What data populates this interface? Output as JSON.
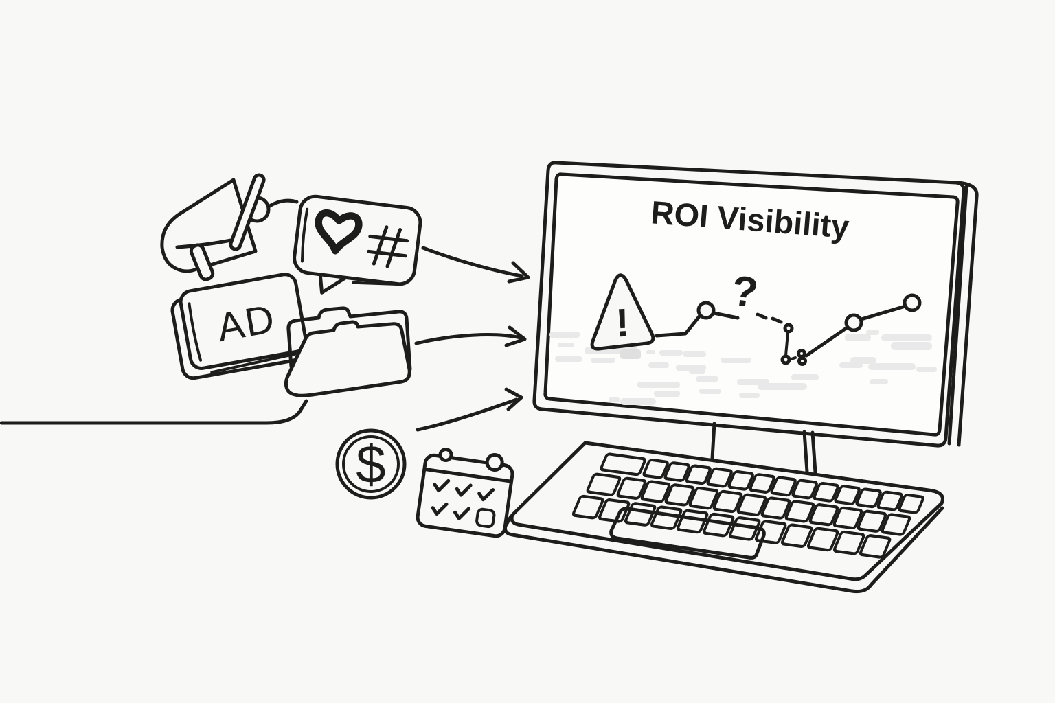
{
  "canvas": {
    "background_color": "#f8f8f6",
    "ink_color": "#1d1d1b",
    "placeholder_bar_color": "#e9e9e9"
  },
  "laptop": {
    "screen_title": "ROI Visibility",
    "question_symbol": "?",
    "warning_symbol": "!"
  },
  "ad_card": {
    "label": "AD"
  },
  "coin": {
    "symbol": "$"
  },
  "illustration": {
    "theme": "marketing inputs flowing into laptop with unclear ROI trend",
    "elements": [
      "megaphone",
      "social-engagement-bubble",
      "heart",
      "hashtag",
      "ad-card",
      "folder",
      "dollar-coin",
      "calendar",
      "flow-arrows",
      "laptop",
      "warning-triangle",
      "question-mark",
      "trend-line"
    ]
  }
}
